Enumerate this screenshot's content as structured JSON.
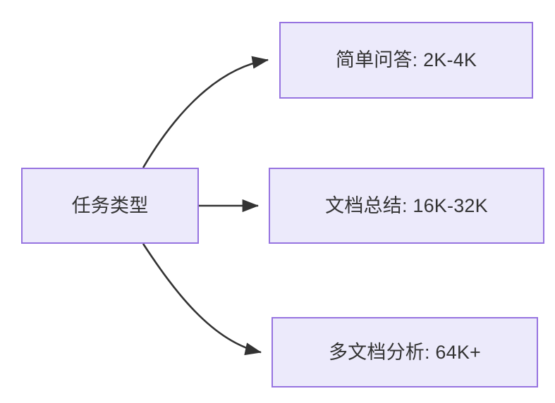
{
  "diagram": {
    "type": "flowchart",
    "direction": "left-to-right",
    "background_color": "#FFFFFF",
    "node_fill_color": "#ECEAFB",
    "node_border_color": "#9673E0",
    "node_text_color": "#333333",
    "edge_color": "#333333",
    "nodes": [
      {
        "id": "root",
        "label": "任务类型"
      },
      {
        "id": "simple_qa",
        "label": "简单问答: 2K-4K"
      },
      {
        "id": "doc_summary",
        "label": "文档总结: 16K-32K"
      },
      {
        "id": "multi_doc",
        "label": "多文档分析: 64K+"
      }
    ],
    "edges": [
      {
        "from": "root",
        "to": "simple_qa",
        "label": "",
        "style": "curved-arrow"
      },
      {
        "from": "root",
        "to": "doc_summary",
        "label": "",
        "style": "straight-arrow"
      },
      {
        "from": "root",
        "to": "multi_doc",
        "label": "",
        "style": "curved-arrow"
      }
    ]
  }
}
